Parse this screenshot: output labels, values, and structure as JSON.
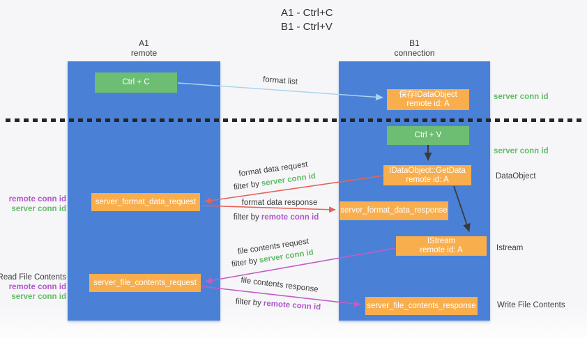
{
  "title": {
    "line1": "A1 - Ctrl+C",
    "line2": "B1 - Ctrl+V"
  },
  "lifelines": {
    "a1": {
      "name": "A1",
      "role": "remote"
    },
    "b1": {
      "name": "B1",
      "role": "connection"
    }
  },
  "nodes": {
    "ctrl_c": {
      "label": "Ctrl + C"
    },
    "ctrl_v": {
      "label": "Ctrl + V"
    },
    "save_dataobject": {
      "line1": "保存IDataObject",
      "line2": "remote id: A"
    },
    "getdata": {
      "line1": "IDataObject::GetData",
      "line2": "remote id: A"
    },
    "istream": {
      "line1": "IStream",
      "line2": "remote id: A"
    },
    "format_request": {
      "label": "server_format_data_request"
    },
    "format_response": {
      "label": "server_format_data_response"
    },
    "file_request": {
      "label": "server_file_contents_request"
    },
    "file_response": {
      "label": "server_file_contents_response"
    }
  },
  "flow_labels": {
    "format_list": "format list",
    "format_data_request": "format data request",
    "format_data_response": "format data response",
    "file_contents_request": "file contents request",
    "file_contents_response": "file contents response",
    "filter_by": "filter by",
    "server_conn_id": "server conn id",
    "remote_conn_id": "remote conn id"
  },
  "side_labels": {
    "server_conn_id_top": "server conn id",
    "server_conn_id_mid": "server conn id",
    "dataobject": "DataObject",
    "istream": "Istream",
    "write_file_contents": "Write File Contents",
    "remote_conn_id_left1": "remote conn id",
    "server_conn_id_left1": "server conn id",
    "read_file_contents": "Read File Contents",
    "remote_conn_id_left2": "remote conn id",
    "server_conn_id_left2": "server conn id"
  },
  "colors": {
    "lifeline_blue": "#4a81d6",
    "action_green": "#6dbe72",
    "message_orange": "#f9ae4e",
    "format_list_arrow": "#a9d3f0",
    "format_data_arrow": "#e7635a",
    "file_contents_arrow": "#c45cc4",
    "server_conn_id_text": "#63bb69",
    "remote_conn_id_text": "#b355cb",
    "ink": "#3a3a3a"
  }
}
